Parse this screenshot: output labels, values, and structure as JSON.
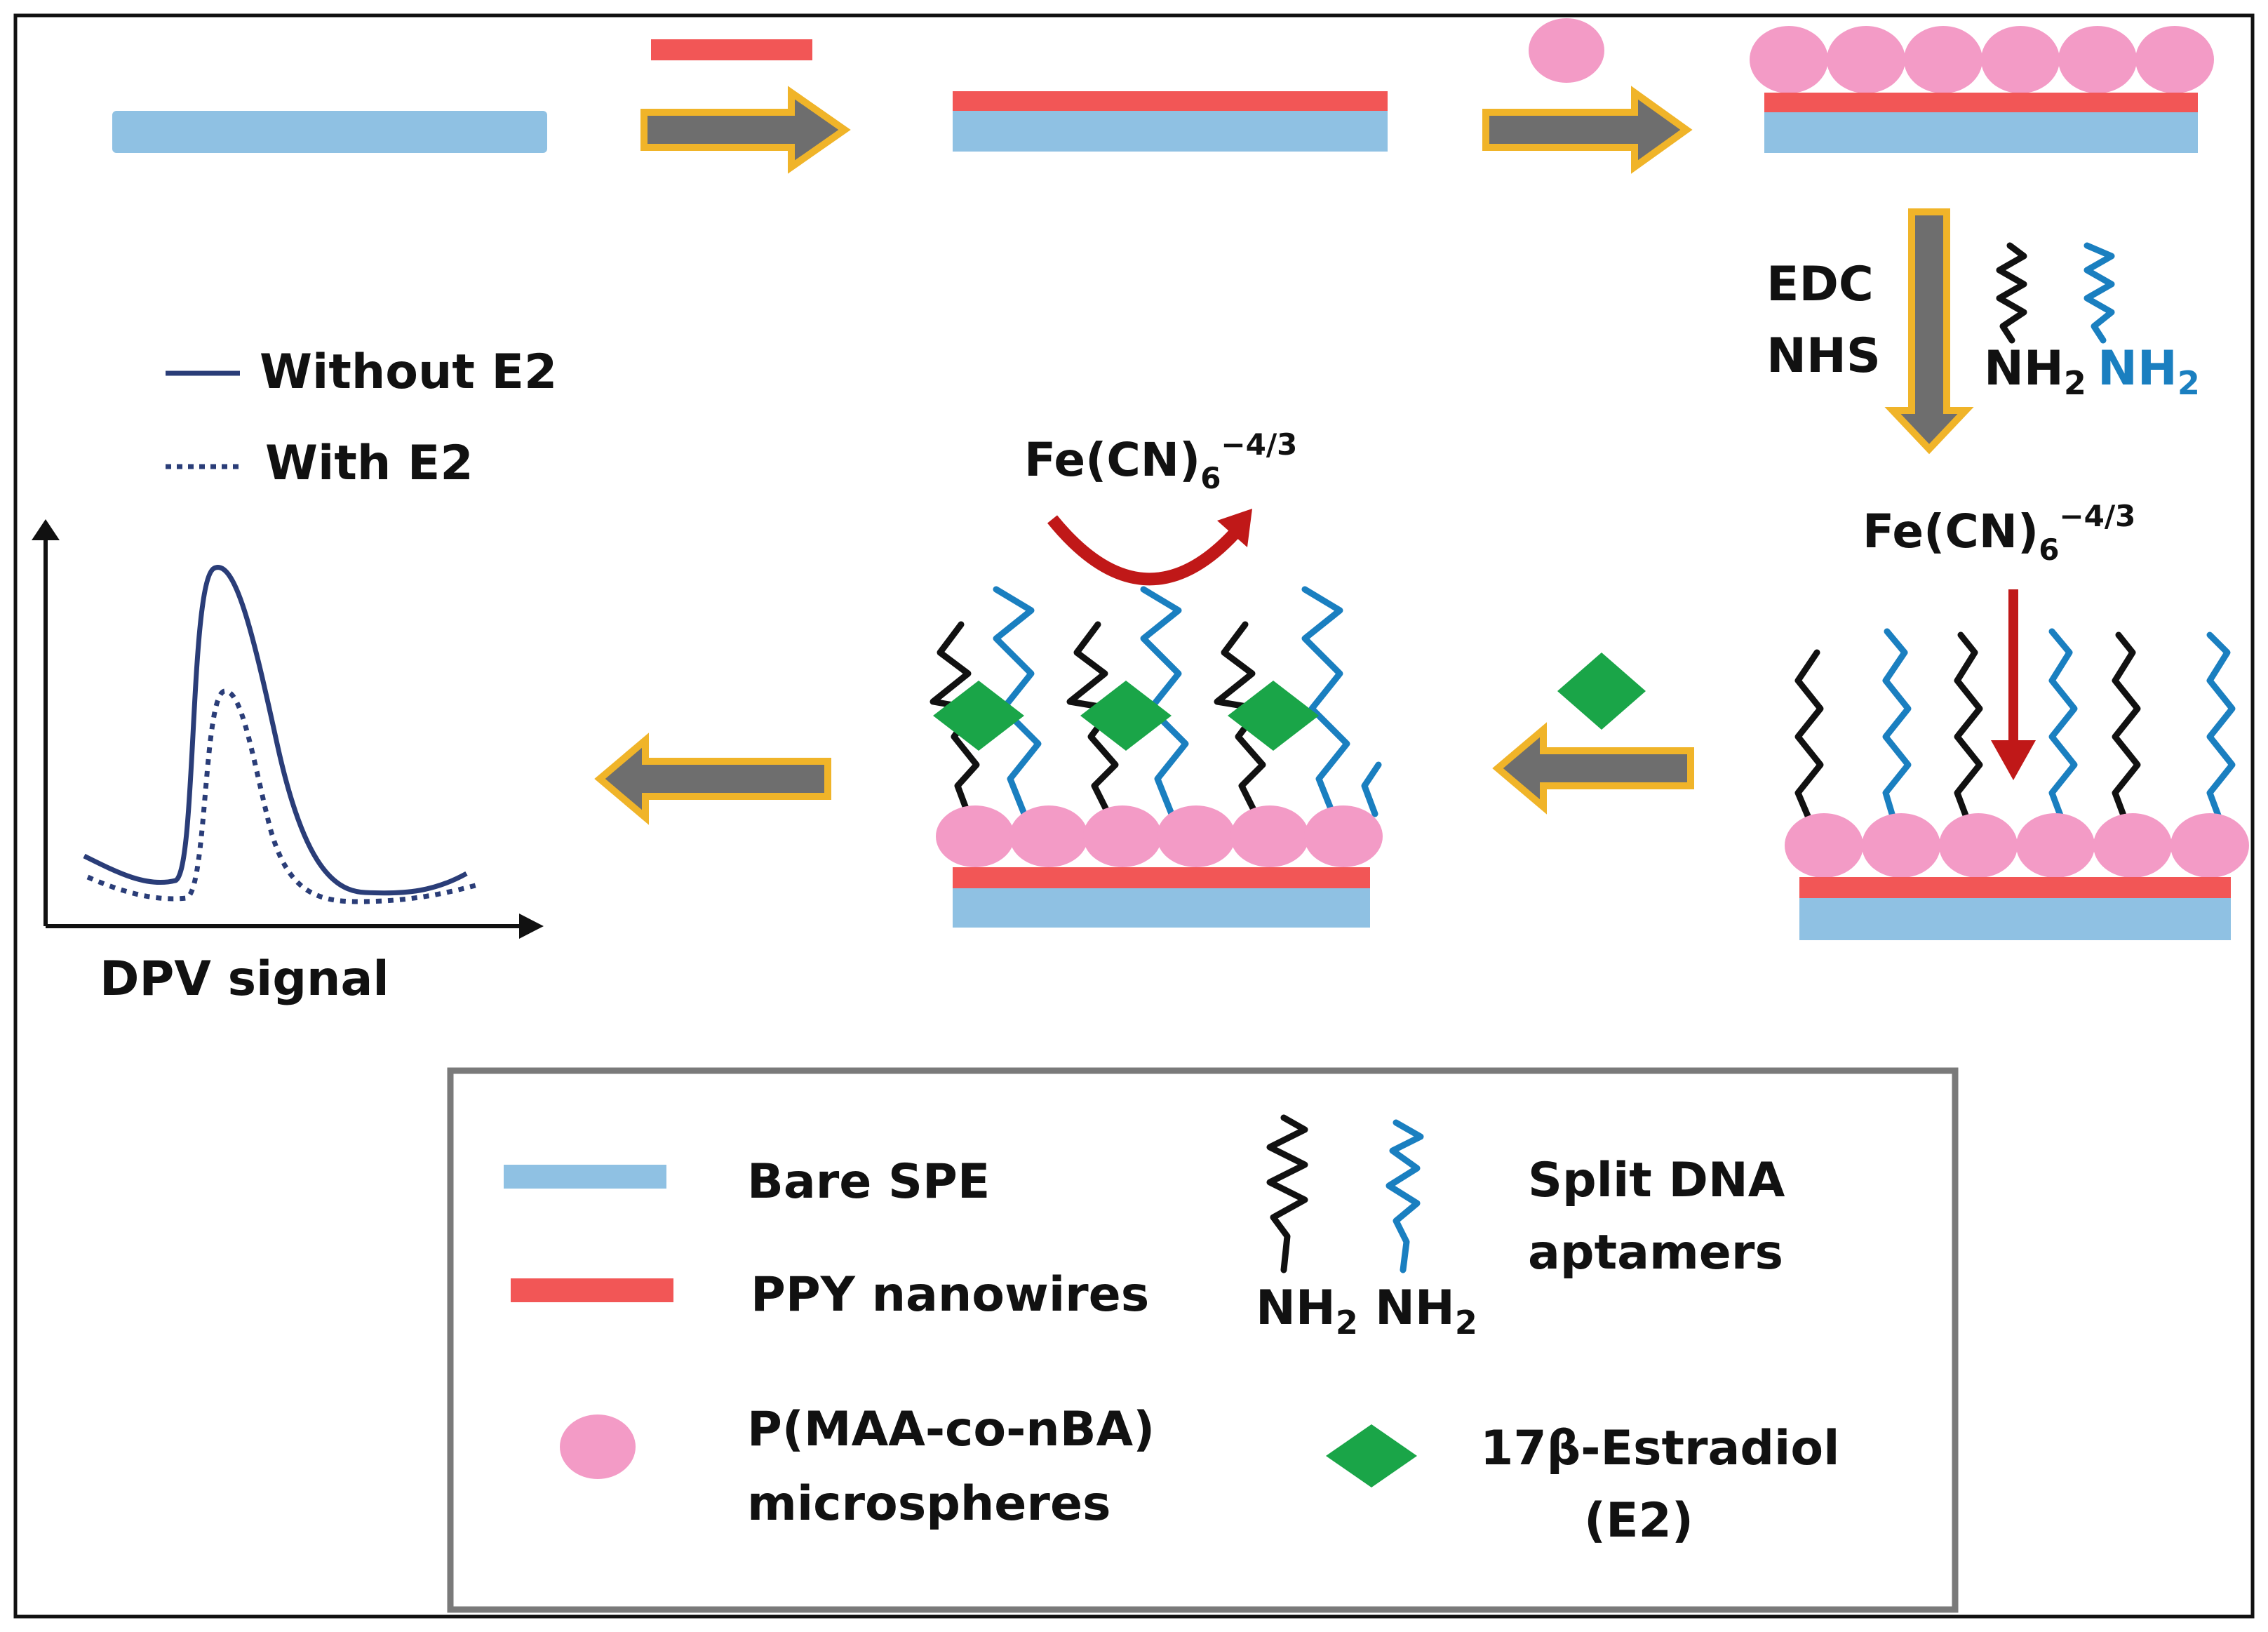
{
  "colors": {
    "bare_spe": "#8fc1e3",
    "ppy": "#f25656",
    "microsphere": "#f39bc6",
    "aptamer_a": "#111111",
    "aptamer_b": "#1a7fc0",
    "estradiol": "#1aa548",
    "arrow_body": "#6e6e6e",
    "arrow_outline": "#f0b429",
    "redox_arrow": "#c01818",
    "dpv_line": "#2a3d78",
    "legend_border": "#7a7a7a"
  },
  "step": {
    "edc": "EDC",
    "nhs": "NHS",
    "nh2_a": "NH",
    "nh2_b": "NH",
    "nh2_sub": "2"
  },
  "redox": {
    "base": "Fe(CN)",
    "sub": "6",
    "sup": "−4/3"
  },
  "dpv": {
    "legend_without": "Without E2",
    "legend_with": "With E2",
    "label": "DPV signal"
  },
  "legend": {
    "bare_spe": "Bare SPE",
    "ppy": "PPY nanowires",
    "microspheres_line1": "P(MAA-co-nBA)",
    "microspheres_line2": "microspheres",
    "aptamers_line1": "Split DNA",
    "aptamers_line2": "aptamers",
    "nh2": "NH",
    "nh2_sub": "2",
    "estradiol_line1": "17β-Estradiol",
    "estradiol_line2": "(E2)"
  }
}
